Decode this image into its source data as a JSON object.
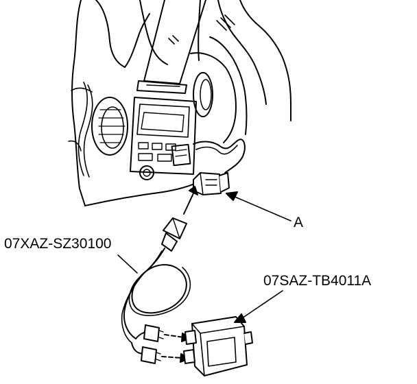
{
  "callouts": {
    "a": "A",
    "harness_part": "07XAZ-SZ30100",
    "unit_part": "07SAZ-TB4011A"
  },
  "colors": {
    "line": "#000000",
    "background": "#ffffff",
    "shade": "#d9d9d9"
  }
}
